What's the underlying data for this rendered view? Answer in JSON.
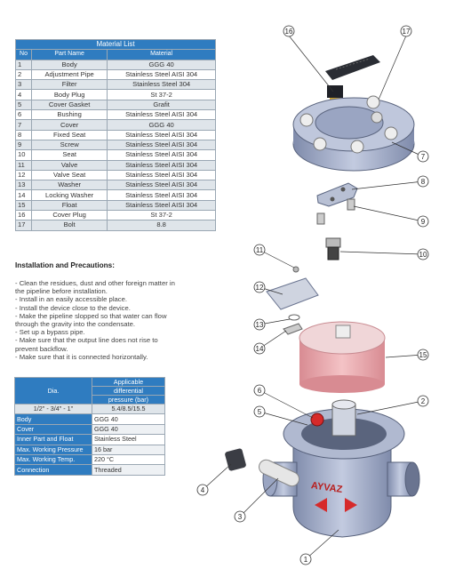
{
  "material_list": {
    "title": "Material List",
    "headers": {
      "no": "No",
      "part": "Part Name",
      "material": "Material"
    },
    "rows": [
      {
        "no": "1",
        "part": "Body",
        "material": "GGG 40"
      },
      {
        "no": "2",
        "part": "Adjustment Pipe",
        "material": "Stainless Steel AISI 304"
      },
      {
        "no": "3",
        "part": "Filter",
        "material": "Stainless Steel 304"
      },
      {
        "no": "4",
        "part": "Body Plug",
        "material": "St 37-2"
      },
      {
        "no": "5",
        "part": "Cover Gasket",
        "material": "Grafit"
      },
      {
        "no": "6",
        "part": "Bushing",
        "material": "Stainless Steel AISI 304"
      },
      {
        "no": "7",
        "part": "Cover",
        "material": "GGG 40"
      },
      {
        "no": "8",
        "part": "Fixed Seat",
        "material": "Stainless Steel AISI 304"
      },
      {
        "no": "9",
        "part": "Screw",
        "material": "Stainless Steel  AISI 304"
      },
      {
        "no": "10",
        "part": "Seat",
        "material": "Stainless Steel AISI 304"
      },
      {
        "no": "11",
        "part": "Valve",
        "material": "Stainless Steel   AISI 304"
      },
      {
        "no": "12",
        "part": "Valve Seat",
        "material": "Stainless Steel  AISI 304"
      },
      {
        "no": "13",
        "part": "Washer",
        "material": "Stainless Steel  AISI 304"
      },
      {
        "no": "14",
        "part": "Locking Washer",
        "material": "Stainless Steel  AISI 304"
      },
      {
        "no": "15",
        "part": "Float",
        "material": "Stainless Steel  AISI 304"
      },
      {
        "no": "16",
        "part": "Cover Plug",
        "material": "St 37-2"
      },
      {
        "no": "17",
        "part": "Bolt",
        "material": "8.8"
      }
    ]
  },
  "installation": {
    "title": "Installation and Precautions:",
    "lines": [
      "- Clean the residues, dust and other foreign matter in",
      "the pipeline before installation.",
      "- Install in an easily accessible place.",
      "- Install the device close to the device.",
      "- Make the pipeline slopped so that water can flow",
      "through the gravity into the condensate.",
      "- Set up a bypass pipe.",
      "- Make sure that the output line does not rise to",
      "prevent backflow.",
      "- Make sure that it is connected horizontally."
    ]
  },
  "spec": {
    "dia_label": "Dia.",
    "pressure_label_1": "Applicable",
    "pressure_label_2": "differential",
    "pressure_label_3": "pressure (bar)",
    "size": "1/2\" - 3/4\" - 1\"",
    "size_pressure": "5.4/8.5/15.5",
    "rows": [
      {
        "k": "Body",
        "v": "GGG 40"
      },
      {
        "k": "Cover",
        "v": "GGG 40"
      },
      {
        "k": "Inner Part and Float",
        "v": "Stainless Steel"
      },
      {
        "k": "Max. Working Pressure",
        "v": "16 bar"
      },
      {
        "k": "Max. Working Temp.",
        "v": "220 °C"
      },
      {
        "k": "Connection",
        "v": "Threaded"
      }
    ]
  },
  "drawing": {
    "brand": "AYVAZ",
    "callouts": [
      "1",
      "2",
      "3",
      "4",
      "5",
      "6",
      "7",
      "8",
      "9",
      "10",
      "11",
      "12",
      "13",
      "14",
      "15",
      "16",
      "17"
    ],
    "colors": {
      "metal": "#8e9ab8",
      "metal_light": "#b9c1d8",
      "float": "#e9a3a8",
      "red": "#d62a2a"
    }
  }
}
